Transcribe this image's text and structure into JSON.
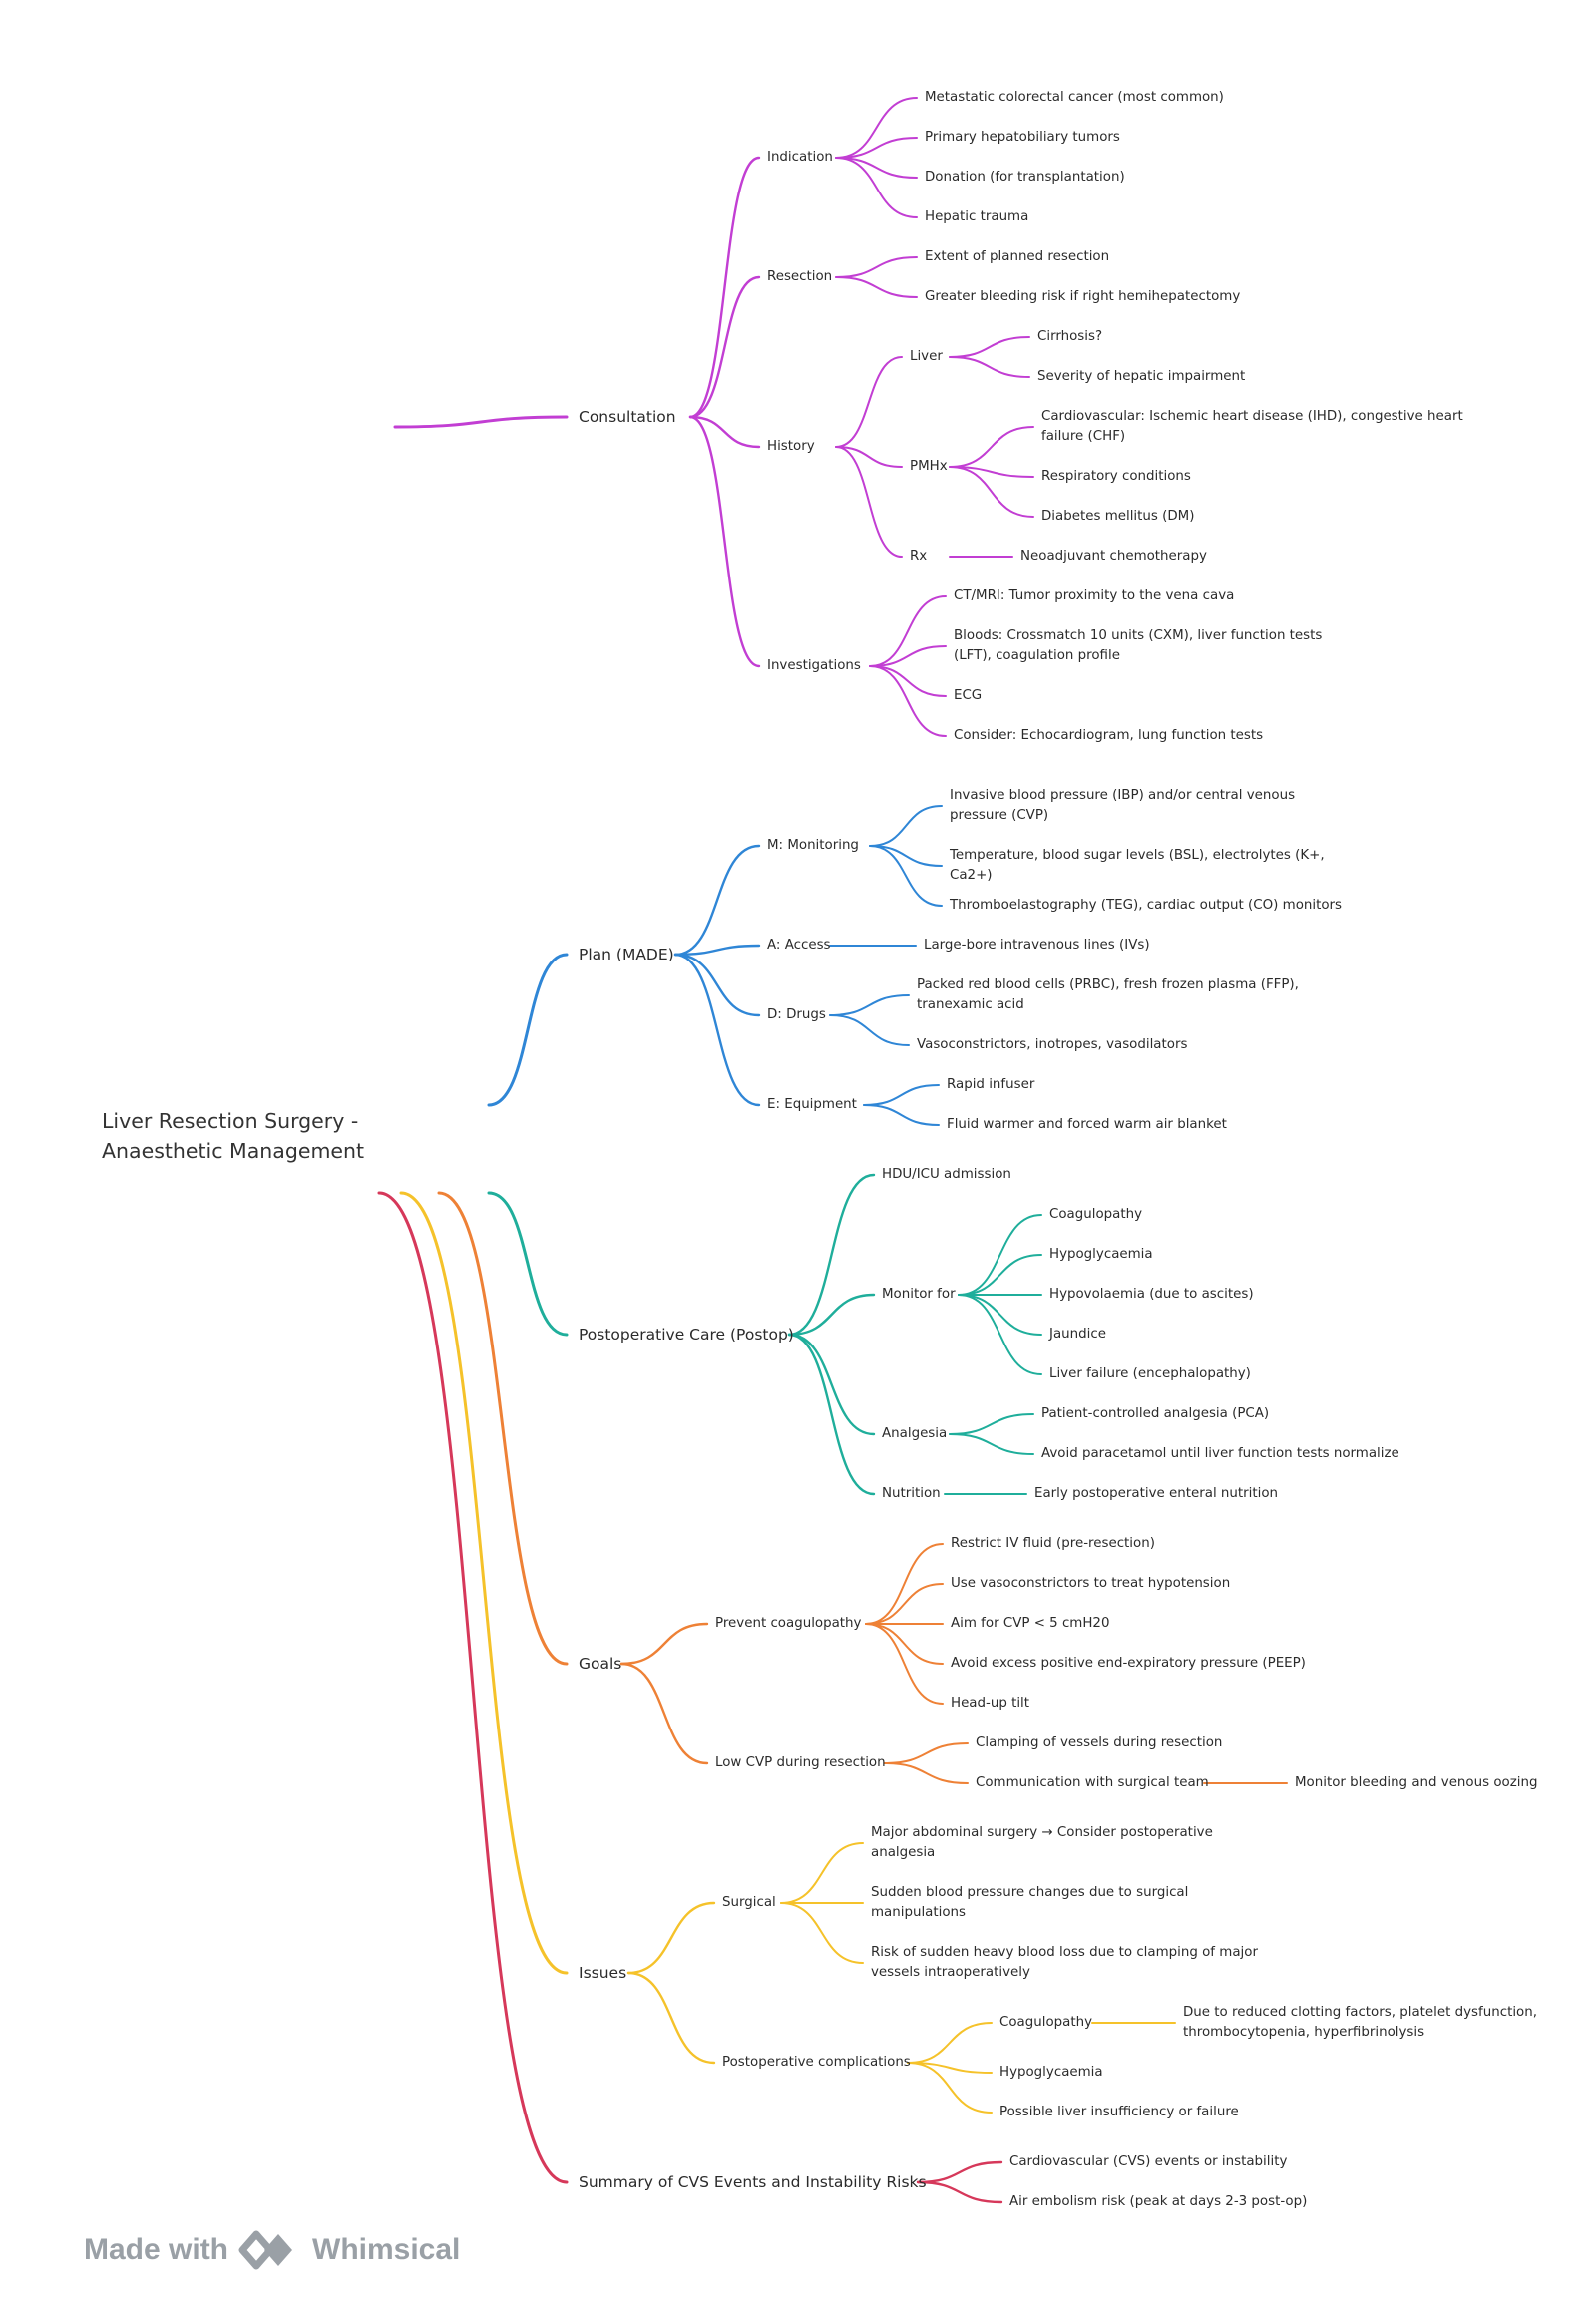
{
  "root": {
    "title": "Liver Resection Surgery - Anaesthetic Management"
  },
  "footer": {
    "made_with": "Made with",
    "brand": "Whimsical"
  },
  "colors": {
    "consultation": "#c23ed3",
    "plan": "#2f86d6",
    "postop": "#1fae9b",
    "goals": "#ee8136",
    "issues": "#f5c22a",
    "summary": "#d6385a"
  },
  "branches": [
    {
      "label": "Consultation",
      "children": [
        {
          "label": "Indication",
          "children": [
            {
              "label": "Metastatic colorectal cancer (most common)"
            },
            {
              "label": "Primary hepatobiliary tumors"
            },
            {
              "label": "Donation (for transplantation)"
            },
            {
              "label": "Hepatic trauma"
            }
          ]
        },
        {
          "label": "Resection",
          "children": [
            {
              "label": "Extent of planned resection"
            },
            {
              "label": "Greater bleeding risk if right hemihepatectomy"
            }
          ]
        },
        {
          "label": "History",
          "children": [
            {
              "label": "Liver",
              "children": [
                {
                  "label": "Cirrhosis?"
                },
                {
                  "label": "Severity of hepatic impairment"
                }
              ]
            },
            {
              "label": "PMHx",
              "children": [
                {
                  "label": "Cardiovascular: Ischemic heart disease (IHD), congestive heart failure (CHF)"
                },
                {
                  "label": "Respiratory conditions"
                },
                {
                  "label": "Diabetes mellitus (DM)"
                }
              ]
            },
            {
              "label": "Rx",
              "children": [
                {
                  "label": "Neoadjuvant chemotherapy"
                }
              ]
            }
          ]
        },
        {
          "label": "Investigations",
          "children": [
            {
              "label": "CT/MRI: Tumor proximity to the vena cava"
            },
            {
              "label": "Bloods: Crossmatch 10 units (CXM), liver function tests (LFT), coagulation profile"
            },
            {
              "label": "ECG"
            },
            {
              "label": "Consider: Echocardiogram, lung function tests"
            }
          ]
        }
      ]
    },
    {
      "label": "Plan (MADE)",
      "children": [
        {
          "label": "M: Monitoring",
          "children": [
            {
              "label": "Invasive blood pressure (IBP) and/or central venous pressure (CVP)"
            },
            {
              "label": "Temperature, blood sugar levels (BSL), electrolytes (K+, Ca2+)"
            },
            {
              "label": "Thromboelastography (TEG), cardiac output (CO) monitors"
            }
          ]
        },
        {
          "label": "A: Access",
          "children": [
            {
              "label": "Large-bore intravenous lines (IVs)"
            }
          ]
        },
        {
          "label": "D: Drugs",
          "children": [
            {
              "label": "Packed red blood cells (PRBC), fresh frozen plasma (FFP), tranexamic acid"
            },
            {
              "label": "Vasoconstrictors, inotropes, vasodilators"
            }
          ]
        },
        {
          "label": "E: Equipment",
          "children": [
            {
              "label": "Rapid infuser"
            },
            {
              "label": "Fluid warmer and forced warm air blanket"
            }
          ]
        }
      ]
    },
    {
      "label": "Postoperative Care (Postop)",
      "children": [
        {
          "label": "HDU/ICU admission"
        },
        {
          "label": "Monitor for",
          "children": [
            {
              "label": "Coagulopathy"
            },
            {
              "label": "Hypoglycaemia"
            },
            {
              "label": "Hypovolaemia (due to ascites)"
            },
            {
              "label": "Jaundice"
            },
            {
              "label": "Liver failure (encephalopathy)"
            }
          ]
        },
        {
          "label": "Analgesia",
          "children": [
            {
              "label": "Patient-controlled analgesia (PCA)"
            },
            {
              "label": "Avoid paracetamol until liver function tests normalize"
            }
          ]
        },
        {
          "label": "Nutrition",
          "children": [
            {
              "label": "Early postoperative enteral nutrition"
            }
          ]
        }
      ]
    },
    {
      "label": "Goals",
      "children": [
        {
          "label": "Prevent coagulopathy",
          "children": [
            {
              "label": "Restrict IV fluid (pre-resection)"
            },
            {
              "label": "Use vasoconstrictors to treat hypotension"
            },
            {
              "label": "Aim for CVP < 5 cmH20"
            },
            {
              "label": "Avoid excess positive end-expiratory pressure (PEEP)"
            },
            {
              "label": "Head-up tilt"
            }
          ]
        },
        {
          "label": "Low CVP during resection",
          "children": [
            {
              "label": "Clamping of vessels during resection"
            },
            {
              "label": "Communication with surgical team",
              "children": [
                {
                  "label": "Monitor bleeding and venous oozing"
                }
              ]
            }
          ]
        }
      ]
    },
    {
      "label": "Issues",
      "children": [
        {
          "label": "Surgical",
          "children": [
            {
              "label": "Major abdominal surgery → Consider postoperative analgesia"
            },
            {
              "label": "Sudden blood pressure changes due to surgical manipulations"
            },
            {
              "label": "Risk of sudden heavy blood loss due to clamping of major vessels intraoperatively"
            }
          ]
        },
        {
          "label": "Postoperative complications",
          "children": [
            {
              "label": "Coagulopathy",
              "children": [
                {
                  "label": "Due to reduced clotting factors, platelet dysfunction, thrombocytopenia, hyperfibrinolysis"
                }
              ]
            },
            {
              "label": "Hypoglycaemia"
            },
            {
              "label": "Possible liver insufficiency or failure"
            }
          ]
        }
      ]
    },
    {
      "label": "Summary of CVS Events and Instability Risks",
      "children": [
        {
          "label": "Cardiovascular (CVS) events or instability"
        },
        {
          "label": "Air embolism risk (peak at days 2-3 post-op)"
        }
      ]
    }
  ]
}
